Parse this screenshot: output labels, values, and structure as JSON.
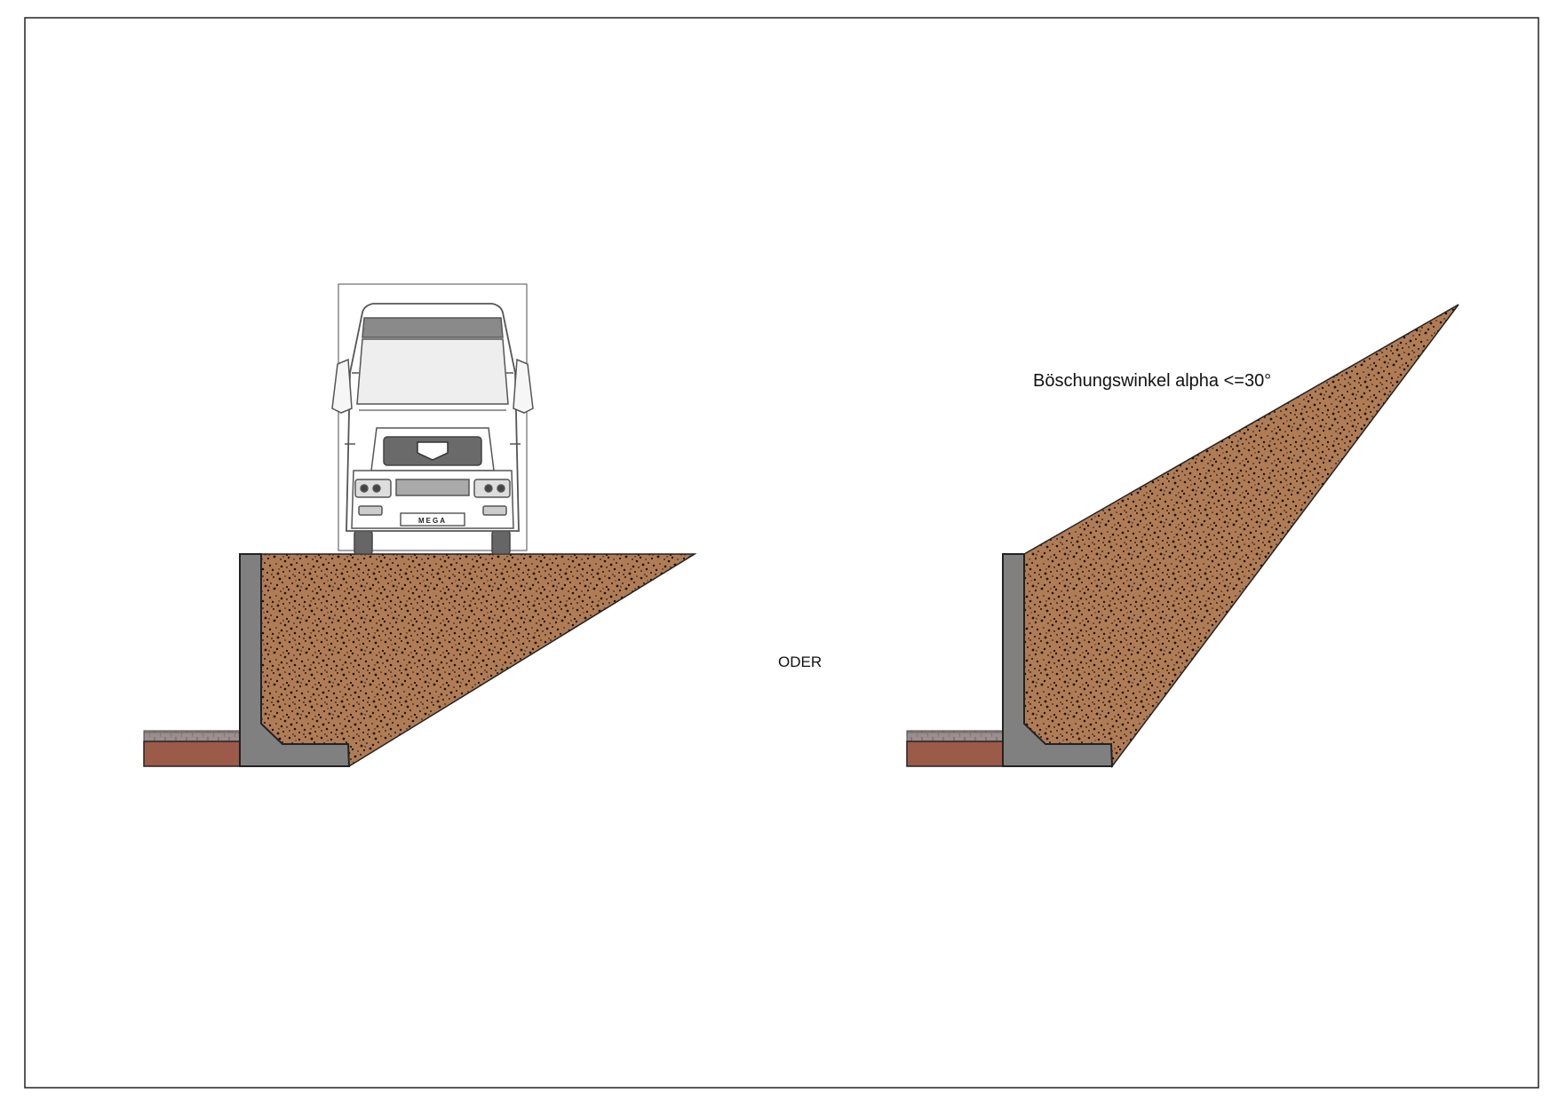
{
  "labels": {
    "separator": "ODER",
    "slope_angle": "Böschungswinkel alpha <=30°",
    "truck_plate": "MEGA"
  },
  "colors": {
    "soil": "#b07c55",
    "soil_speckle": "#1a1208",
    "wall": "#808080",
    "wall_outline": "#222222",
    "paving": "#9c5a48",
    "paving_top": "#8a7f7f",
    "frame": "#222222",
    "truck_outline": "#555555",
    "truck_body": "#ffffff",
    "truck_glass": "#eeeeee",
    "truck_grille": "#555555"
  },
  "diagrams": [
    {
      "name": "variant-with-truck-load",
      "component": "l-shaped retaining wall with horizontal backfill",
      "icon": "truck-front-icon"
    },
    {
      "name": "variant-with-slope",
      "component": "l-shaped retaining wall with sloped backfill",
      "icon": ""
    }
  ]
}
